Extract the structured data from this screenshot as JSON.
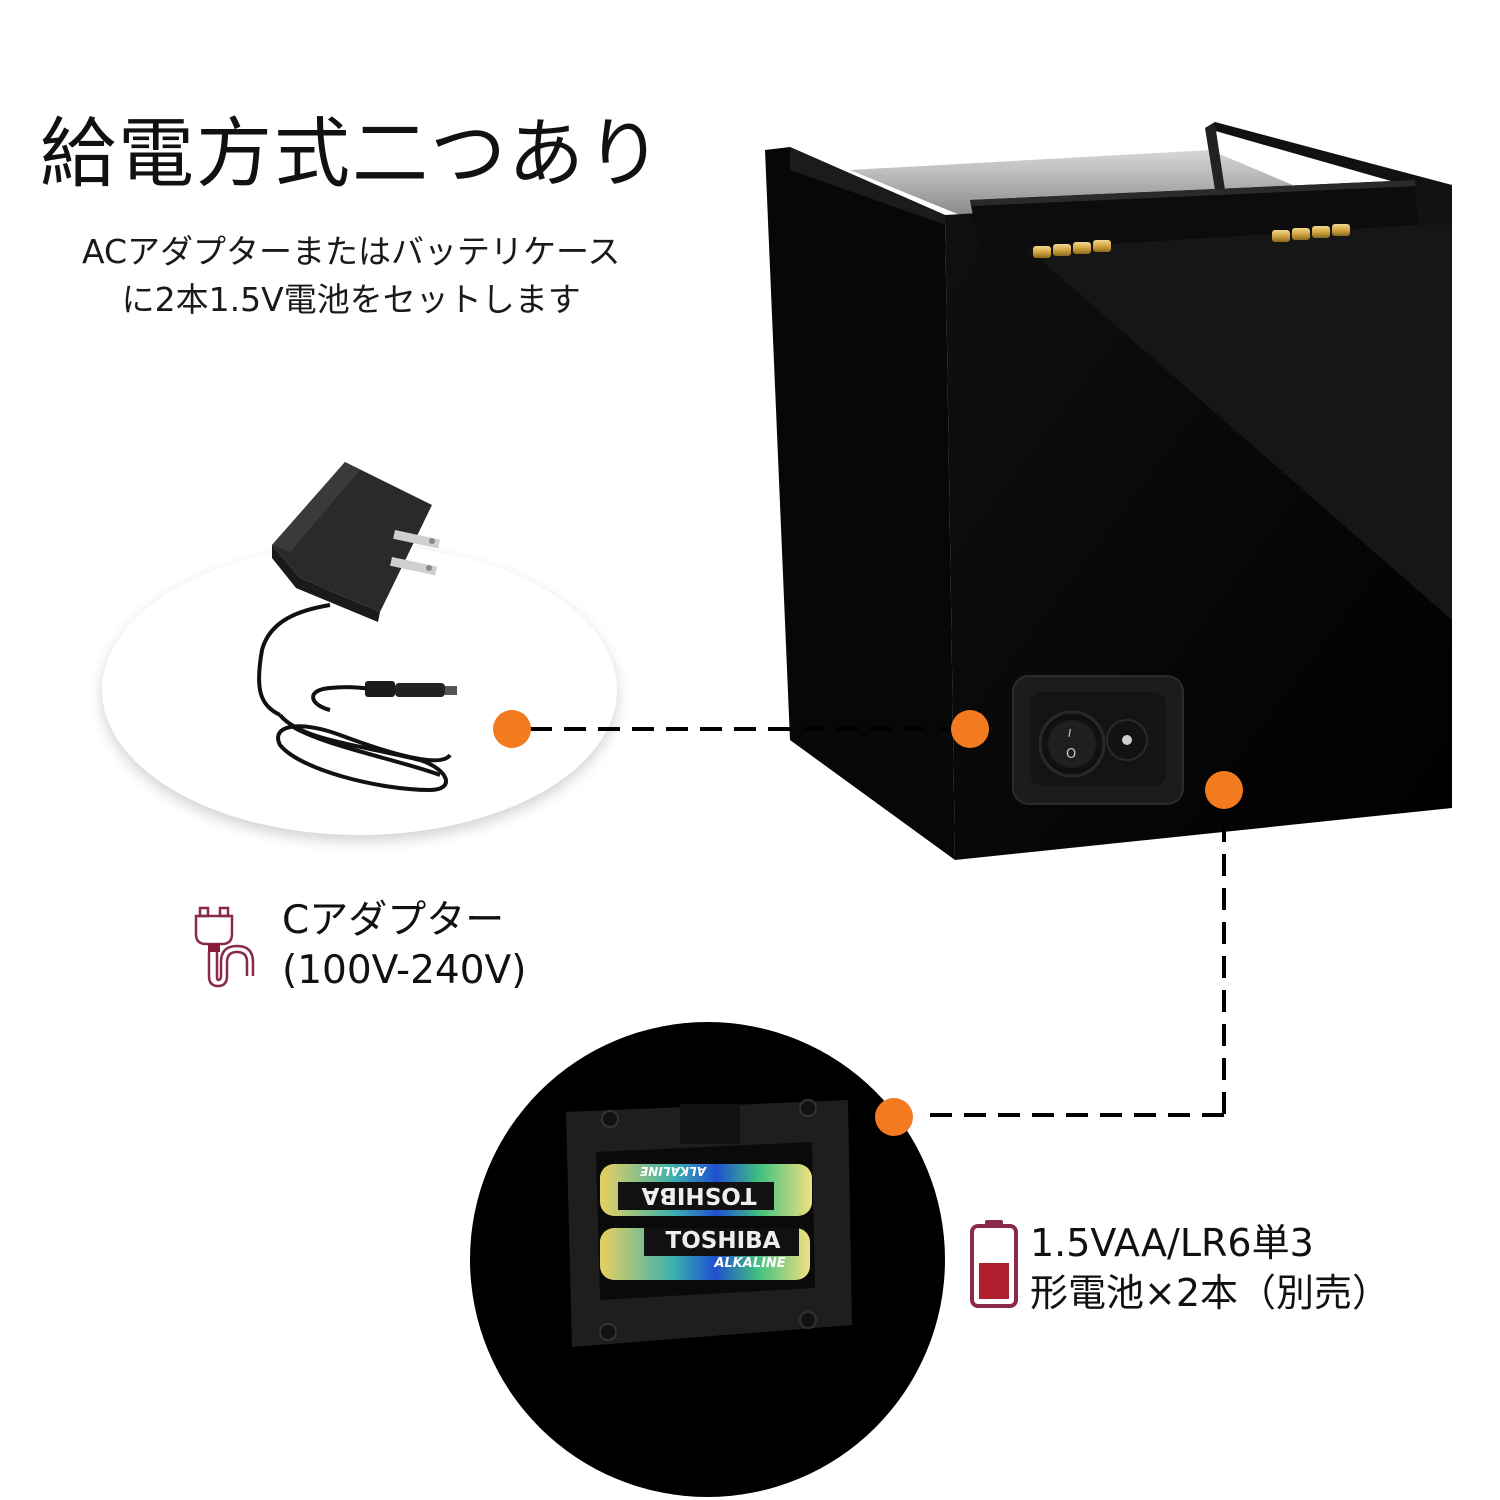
{
  "header": {
    "title": "給電方式二つあり",
    "subtitle_lines": [
      "ACアダプターまたはバッテリケース",
      "に2本1.5V電池をセットします"
    ]
  },
  "ac_adapter": {
    "icon": "power-plug-icon",
    "label_lines": [
      "Cアダプター",
      "(100V-240V)"
    ]
  },
  "battery": {
    "icon": "battery-low-icon",
    "label_lines": [
      "1.5VAA/LR6単3",
      "形電池×2本（別売）"
    ],
    "brand_text": "TOSHIBA",
    "type_text": "ALKALINE",
    "count": 2
  },
  "switch": {
    "on_mark": "I",
    "off_mark": "O"
  },
  "colors": {
    "accent": "#f47a20",
    "icon_outline": "#8a2a4a",
    "battery_fill": "#b01e2e",
    "box": "#050505",
    "hinge": "#d4a640"
  }
}
